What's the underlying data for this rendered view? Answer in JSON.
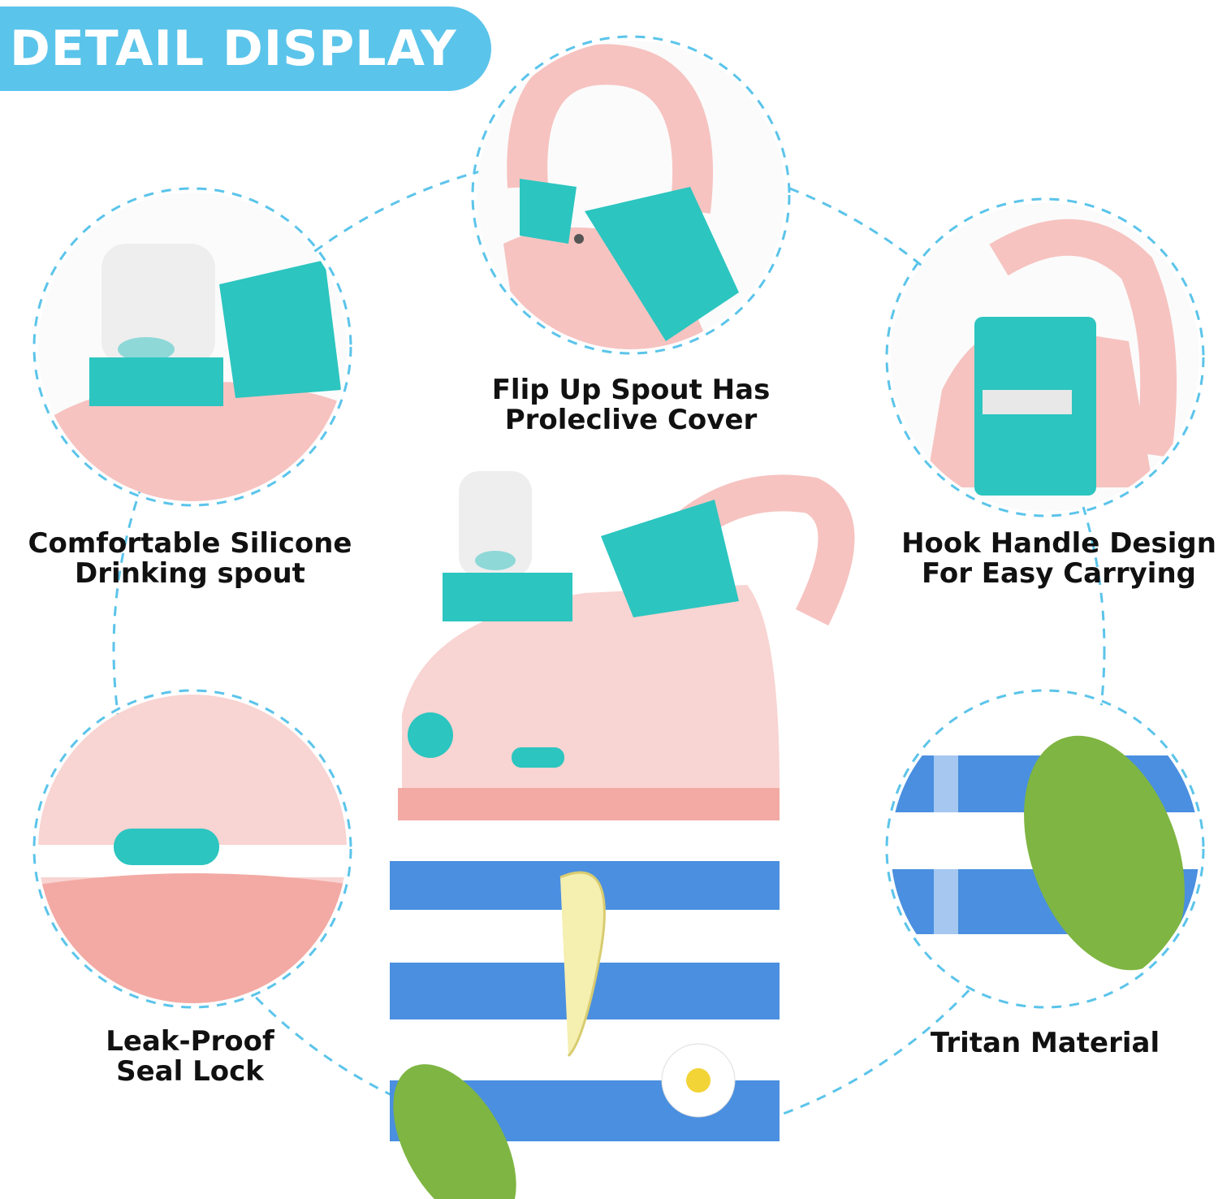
{
  "banner": {
    "title": "DETAIL DISPLAY"
  },
  "features": [
    {
      "line1": "Flip Up Spout Has",
      "line2": "Proleclive Cover"
    },
    {
      "line1": "Comfortable Silicone",
      "line2": "Drinking spout"
    },
    {
      "line1": "Hook Handle Design",
      "line2": "For Easy Carrying"
    },
    {
      "line1": "Leak-Proof",
      "line2": "Seal Lock"
    },
    {
      "line1": "Tritan Material"
    }
  ],
  "colors": {
    "accent": "#5bc4ea",
    "pink": "#f6c3c0",
    "teal": "#2cc5c0",
    "stripe": "#4a8fe0",
    "leaf": "#7fb542"
  }
}
